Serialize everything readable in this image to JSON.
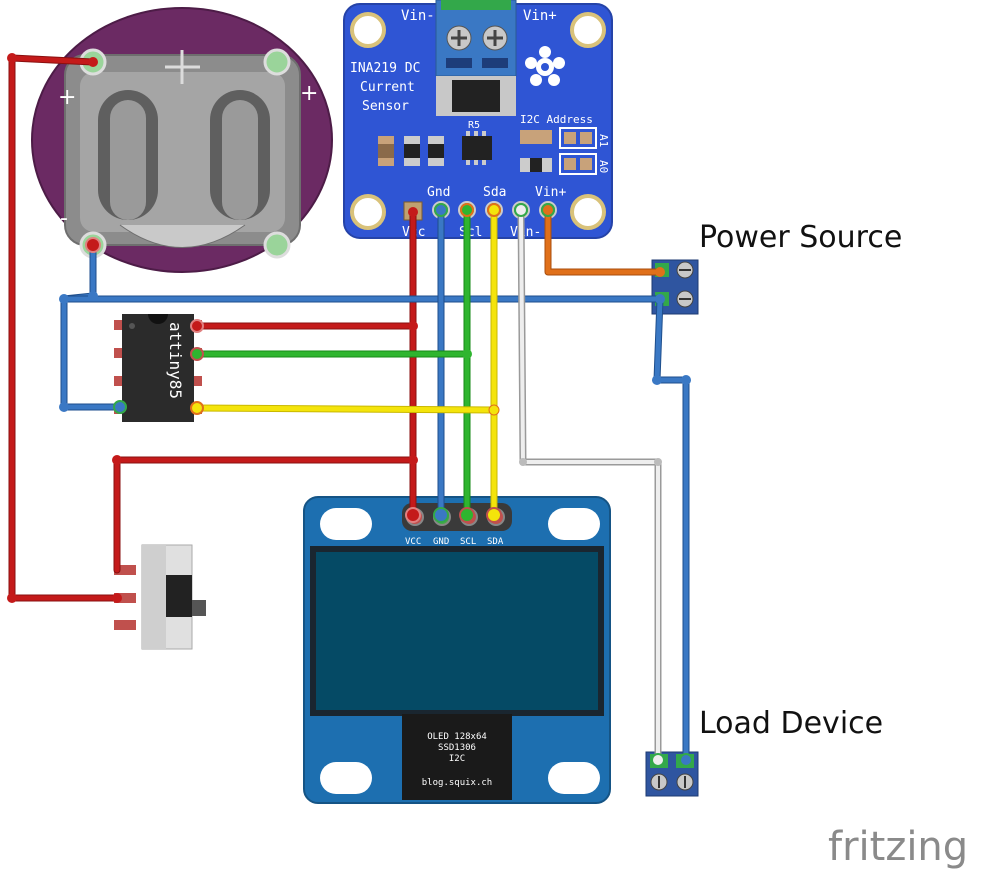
{
  "ina219": {
    "title_lines": [
      "INA219 DC",
      "Current",
      "Sensor"
    ],
    "top_left_label": "Vin-",
    "top_right_label": "Vin+",
    "resistor_label": "R5",
    "i2c_address_label": "I2C Address",
    "a1_label": "A1",
    "a0_label": "A0",
    "pin_labels_top": [
      "Gnd",
      "Sda",
      "Vin+"
    ],
    "pin_labels_bottom": [
      "Vcc",
      "Scl",
      "Vin-"
    ]
  },
  "attiny": {
    "label": "attiny85"
  },
  "oled": {
    "pin_labels": [
      "VCC",
      "GND",
      "SCL",
      "SDA"
    ],
    "chip_text": [
      "OLED 128x64",
      "SSD1306",
      "I2C"
    ],
    "url": "blog.squix.ch"
  },
  "labels": {
    "power_source": "Power Source",
    "load_device": "Load Device"
  },
  "battery": {
    "plus_label": "+",
    "minus_label": "-"
  },
  "footer": {
    "logo_text": "fritzing"
  },
  "colors": {
    "wire_red": "#c41a1a",
    "wire_blue": "#3a78c4",
    "wire_green": "#2fb52f",
    "wire_yellow": "#f4e40b",
    "wire_white": "#e6e6e6",
    "wire_orange": "#e0701a",
    "ina_board": "#2f55d4",
    "oled_board": "#1d6fb0",
    "battery_board": "#6b2a63"
  }
}
